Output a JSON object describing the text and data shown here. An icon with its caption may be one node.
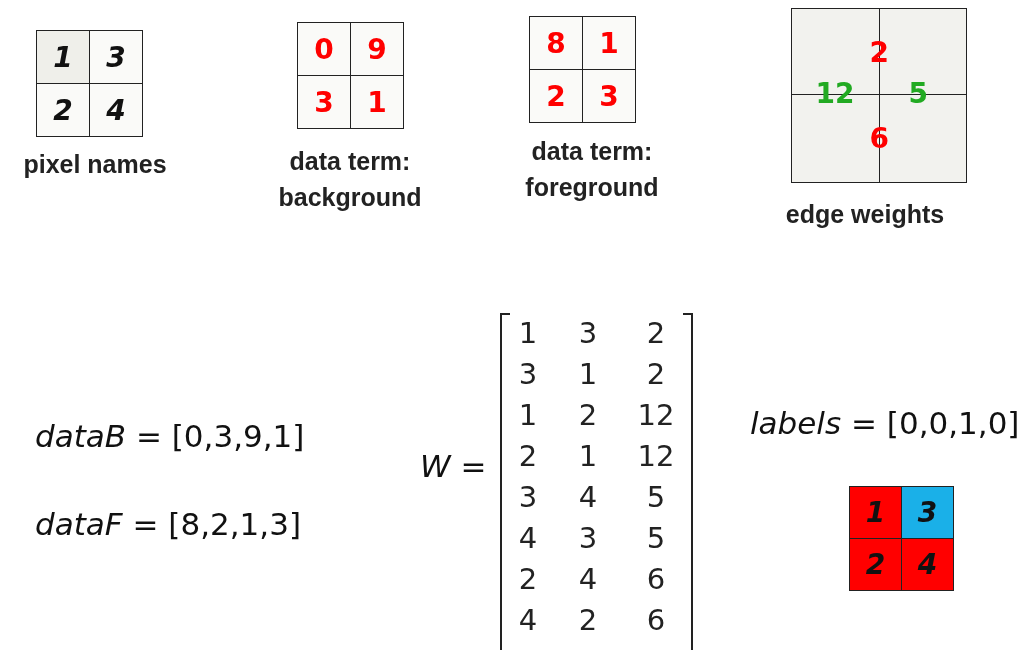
{
  "diagram": {
    "labels": [
      "1",
      "3",
      "2",
      "4",
      "pixel names",
      "0",
      "9",
      "3",
      "1",
      "data term: background",
      "8",
      "1",
      "2",
      "3",
      "data term: foreground",
      "2",
      "12",
      "5",
      "6",
      "edge weights",
      "*dataB* = [0,3,9,1]",
      "*dataF* = [8,2,1,3]",
      "*W* =",
      "1",
      "3",
      "2",
      "3",
      "1",
      "2",
      "1",
      "2",
      "12",
      "2",
      "1",
      "12",
      "3",
      "4",
      "5",
      "4",
      "3",
      "5",
      "2",
      "4",
      "6",
      "4",
      "2",
      "6",
      "*labels* = [0,0,1,0]",
      "1",
      "3",
      "2",
      "4"
    ]
  }
}
